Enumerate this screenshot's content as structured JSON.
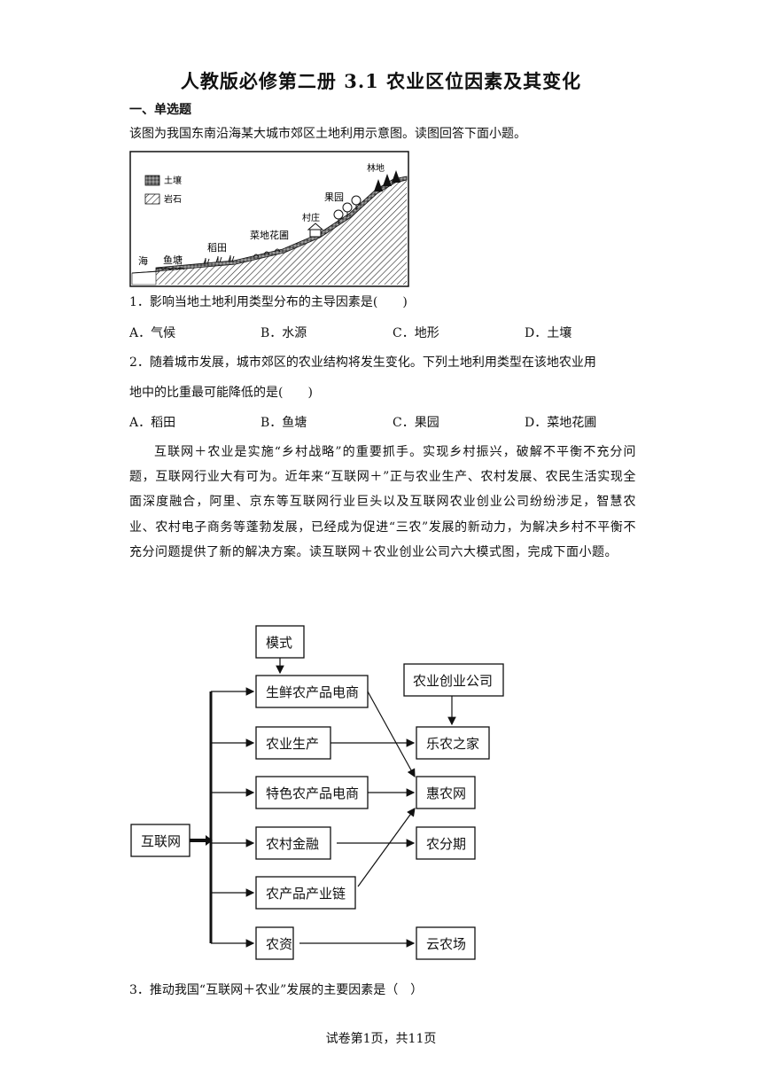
{
  "doc": {
    "title": "人教版必修第二册 3.1 农业区位因素及其变化",
    "section": "一、单选题",
    "intro": "该图为我国东南沿海某大城市郊区土地利用示意图。读图回答下面小题。",
    "footer": "试卷第1页，共11页"
  },
  "figure1": {
    "legend_soil": "土壤",
    "legend_rock": "岩石",
    "labels": {
      "sea": "海",
      "fishpond": "鱼塘",
      "paddy": "稻田",
      "vegetable": "菜地花圃",
      "village": "村庄",
      "orchard": "果园",
      "forest": "林地"
    }
  },
  "questions": [
    {
      "stem": "1．影响当地土地利用类型分布的主导因素是(　　)",
      "options": [
        "A．气候",
        "B．水源",
        "C．地形",
        "D．土壤"
      ]
    },
    {
      "stem_line1": "2．随着城市发展，城市郊区的农业结构将发生变化。下列土地利用类型在该地农业用",
      "stem_line2": "地中的比重最可能降低的是(　　)",
      "options": [
        "A．稻田",
        "B．鱼塘",
        "C．果园",
        "D．菜地花圃"
      ]
    },
    {
      "stem": "3．推动我国“互联网＋农业”发展的主要因素是（　）"
    }
  ],
  "passage": "互联网＋农业是实施“乡村战略”的重要抓手。实现乡村振兴，破解不平衡不充分问题，互联网行业大有可为。近年来“互联网＋”正与农业生产、农村发展、农民生活实现全面深度融合，阿里、京东等互联网行业巨头以及互联网农业创业公司纷纷涉足，智慧农业、农村电子商务等蓬勃发展，已经成为促进“三农”发展的新动力，为解决乡村不平衡不充分问题提供了新的解决方案。读互联网＋农业创业公司六大模式图，完成下面小题。",
  "figure2": {
    "internet": "互联网",
    "mode": "模式",
    "company": "农业创业公司",
    "models": [
      "生鲜农产品电商",
      "农业生产",
      "特色农产品电商",
      "农村金融",
      "农产品产业链",
      "农资"
    ],
    "companies": [
      "乐农之家",
      "惠农网",
      "农分期",
      "云农场"
    ]
  }
}
